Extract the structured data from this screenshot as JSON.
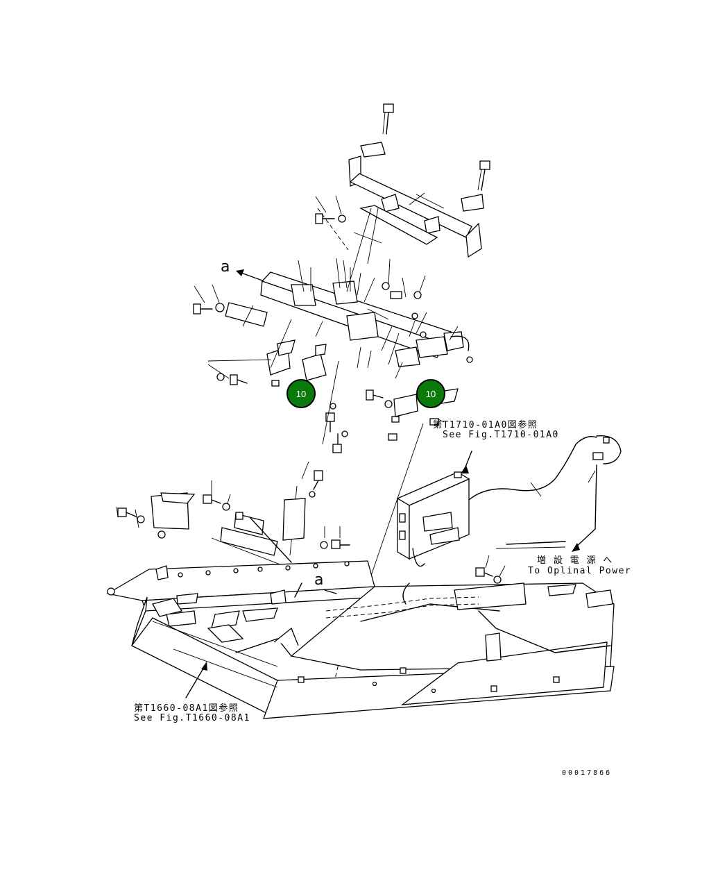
{
  "labels": {
    "ref_t1710_jp": "第T1710-01A0図参照",
    "ref_t1710_en": "See Fig.T1710-01A0",
    "power_jp": "増 設 電 源 へ",
    "power_en": "To Oplinal Power",
    "ref_t1660_jp": "第T1660-08A1図参照",
    "ref_t1660_en": "See Fig.T1660-08A1",
    "view_a_top": "a",
    "view_a_bottom": "a",
    "drawing_number": "00017866"
  },
  "callouts": [
    {
      "id": "callout-1",
      "label": "10"
    },
    {
      "id": "callout-2",
      "label": "10"
    }
  ],
  "colors": {
    "callout_fill": "#0a7a0a",
    "line": "#000000",
    "background": "#ffffff"
  }
}
